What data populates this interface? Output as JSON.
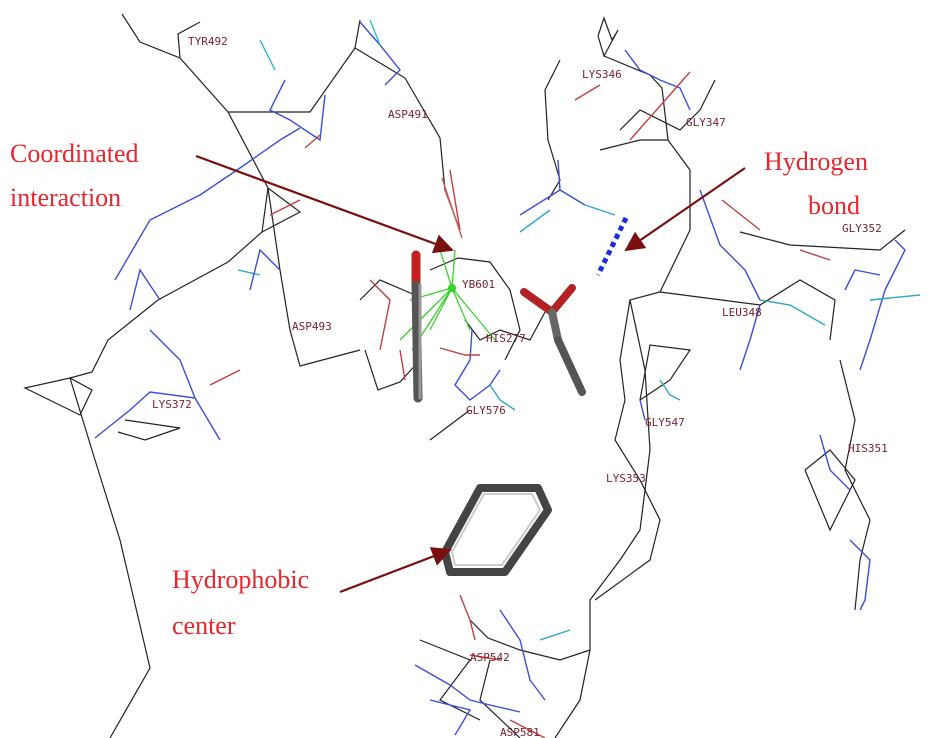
{
  "annotations": {
    "coordinated": [
      "Coordinated",
      "interaction"
    ],
    "hydrogen": [
      "Hydrogen",
      "bond"
    ],
    "hydrophobic": [
      "Hydrophobic",
      "center"
    ]
  },
  "residues": {
    "tyr492": "TYR492",
    "asp491": "ASP491",
    "lys346": "LYS346",
    "gly347": "GLY347",
    "gly352": "GLY352",
    "yb601": "YB601",
    "asp493": "ASP493",
    "his277": "HIS277",
    "leu348": "LEU348",
    "lys372": "LYS372",
    "gly576": "GLY576",
    "gly547": "GLY547",
    "his351": "HIS351",
    "lys353": "LYS353",
    "asp542": "ASP542",
    "asp581": "ASP581"
  },
  "colors": {
    "annotation_text": "#e8262b",
    "arrow": "#7a0f10",
    "hbond": "#1a2be0",
    "metal_coordination": "#39d12b",
    "backbone": "#222222",
    "ligand": "#555555"
  }
}
